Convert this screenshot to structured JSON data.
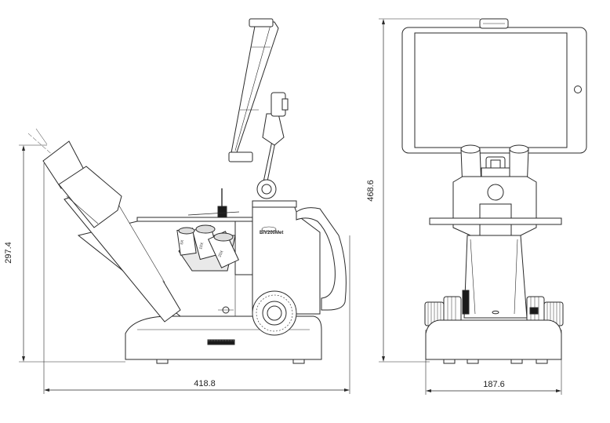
{
  "dimensions": {
    "side_height": "297.4",
    "side_width": "418.8",
    "front_height": "468.6",
    "front_width": "187.6"
  },
  "labels": {
    "model_name": "BIV200Met",
    "objectives": [
      "5X",
      "10X",
      "20X"
    ]
  },
  "colors": {
    "line": "#2a2a2a",
    "fill": "#ffffff",
    "shade": "#d9d9d9",
    "dark": "#1a1a1a"
  }
}
